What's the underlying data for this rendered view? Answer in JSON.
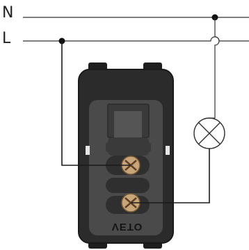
{
  "labels": {
    "neutral": "N",
    "line": "L"
  },
  "device": {
    "brand_text": "VETO",
    "brand_text_mirrored": true
  },
  "colors": {
    "wire": "#1a1a1a",
    "switch_body": "#2b2b2b",
    "faceplate": "#4a4a4a",
    "screw": "#c9a57a",
    "lamp_fill": "#ffffff"
  },
  "components": [
    "neutral-conductor",
    "line-conductor",
    "switch",
    "lamp"
  ]
}
